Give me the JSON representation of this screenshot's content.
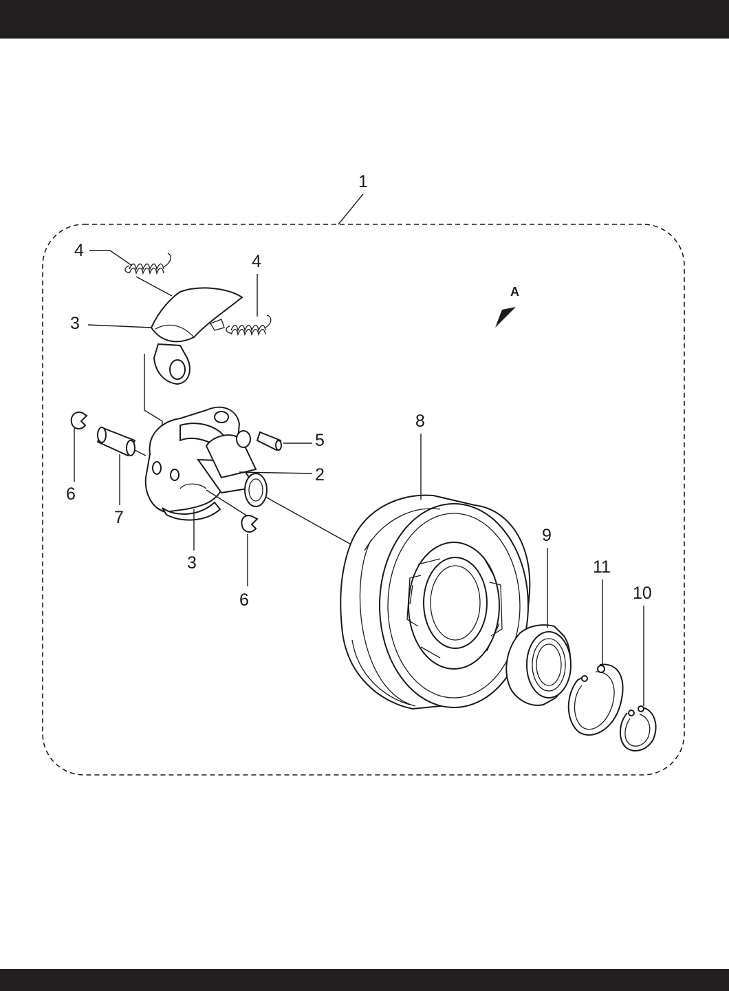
{
  "header_color": "#231f20",
  "footer_color": "#231f20",
  "arrow_label": "A",
  "callouts": {
    "assembly": "1",
    "shoe_upper": "3",
    "shoe_lower": "3",
    "spring_upper_left": "4",
    "spring_upper_right": "4",
    "pin": "5",
    "plate": "2",
    "clip_left": "6",
    "clip_lower": "6",
    "collar": "7",
    "drum": "8",
    "bearing": "9",
    "circlip_large": "11",
    "circlip_small": "10"
  }
}
